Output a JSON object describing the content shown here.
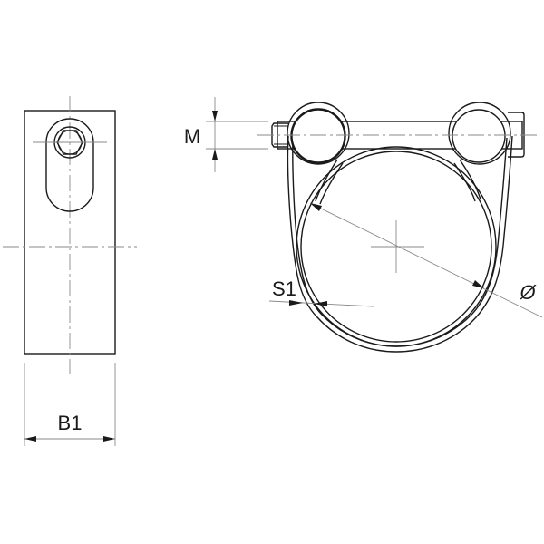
{
  "drawing": {
    "subject": "Hose clamp technical drawing",
    "views": [
      "side view",
      "front view"
    ],
    "colors": {
      "outline": "#1a1a1a",
      "centerline": "#8a8a8a",
      "background": "#ffffff"
    }
  },
  "labels": {
    "band_width": "B1",
    "bolt_thread": "M",
    "band_thickness": "S1",
    "diameter": "Ø"
  }
}
